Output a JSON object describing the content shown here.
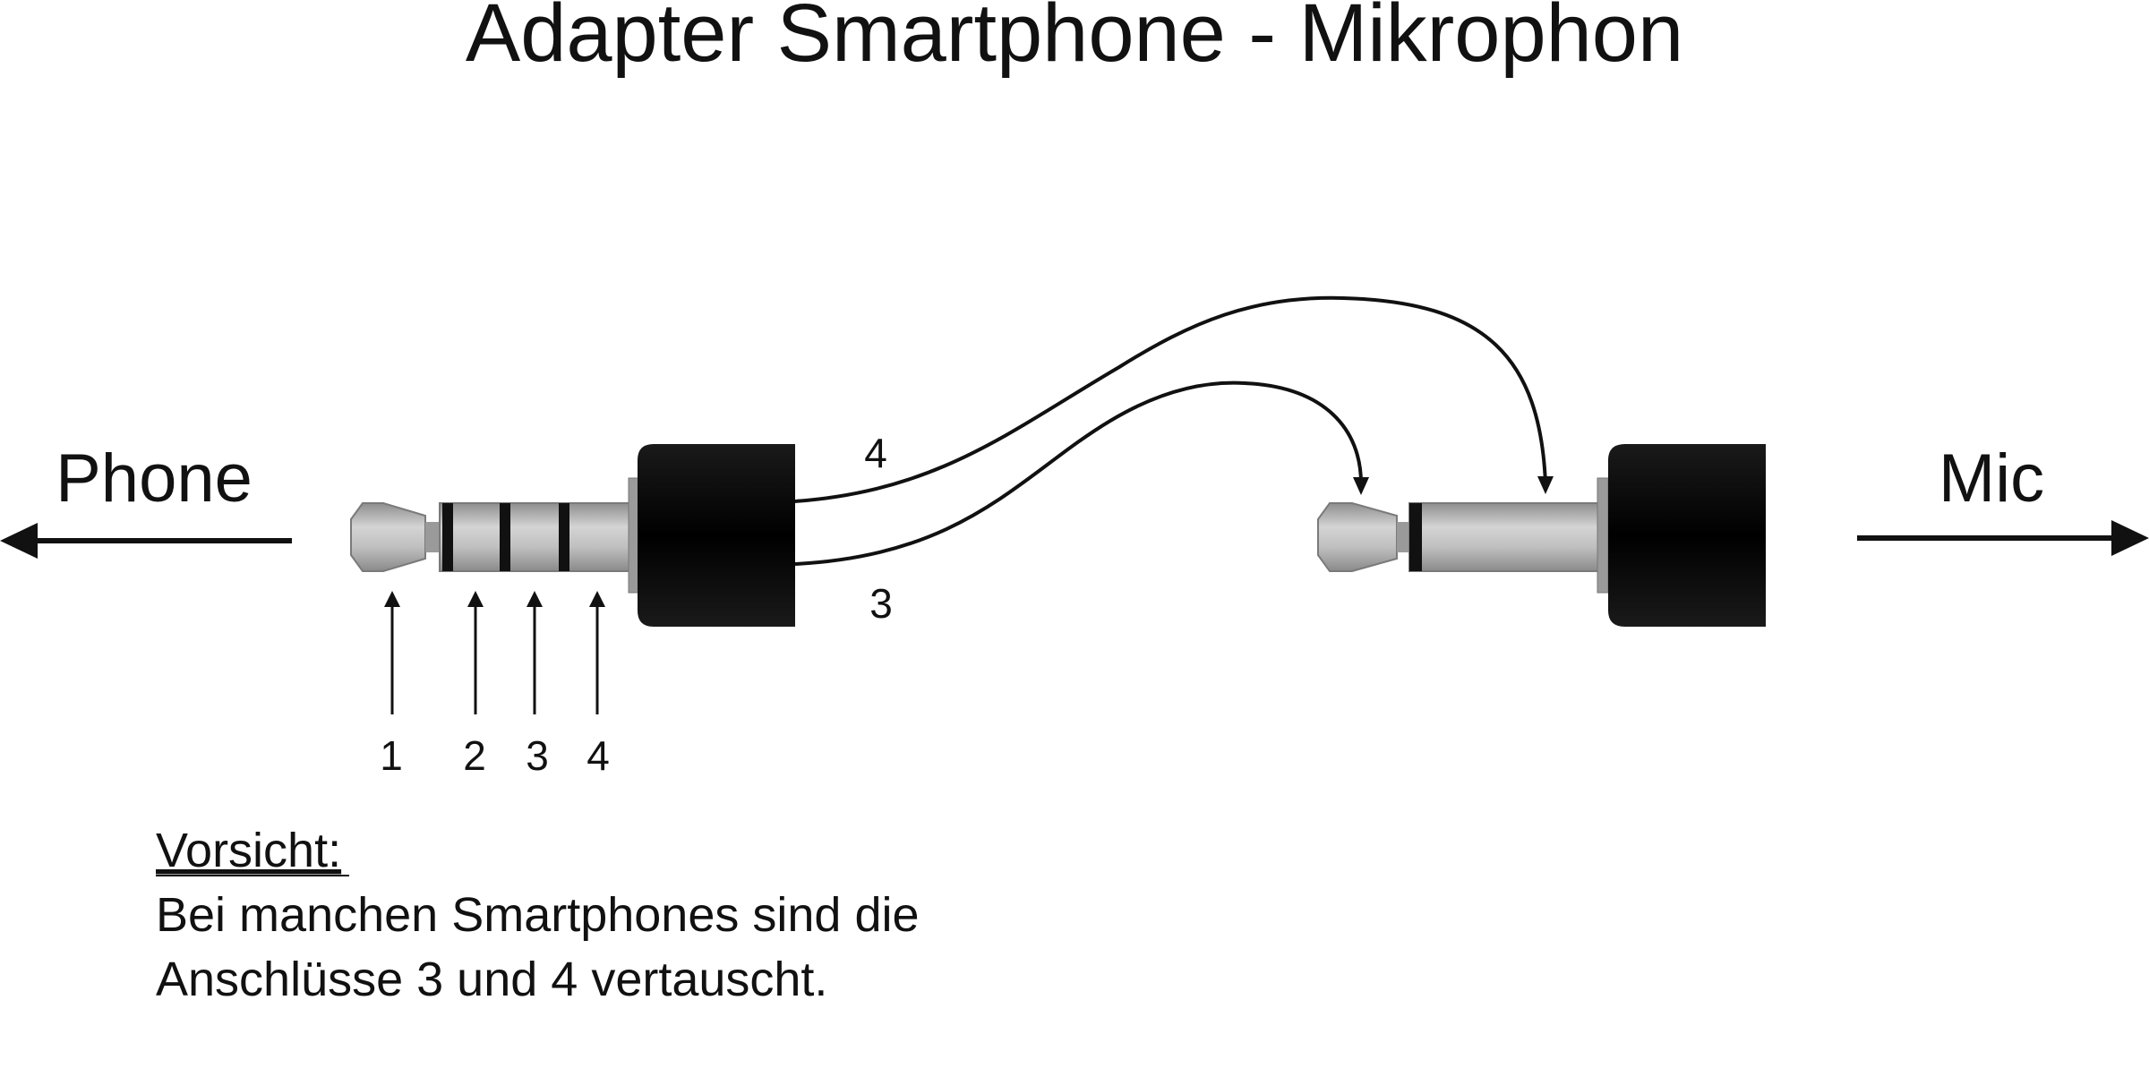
{
  "title": "Adapter Smartphone - Mikrophon",
  "labels": {
    "phone": "Phone",
    "mic": "Mic"
  },
  "contacts": [
    "1",
    "2",
    "3",
    "4"
  ],
  "wires": {
    "upper": "4",
    "lower": "3"
  },
  "note": {
    "heading": "Vorsicht:",
    "line1": "Bei manchen Smartphones sind die",
    "line2": "Anschlüsse 3 und 4 vertauscht."
  },
  "colors": {
    "ink": "#111111",
    "plug_body": "#050505",
    "metal_light": "#d4d4d4",
    "metal_dark": "#8e8e8e"
  }
}
